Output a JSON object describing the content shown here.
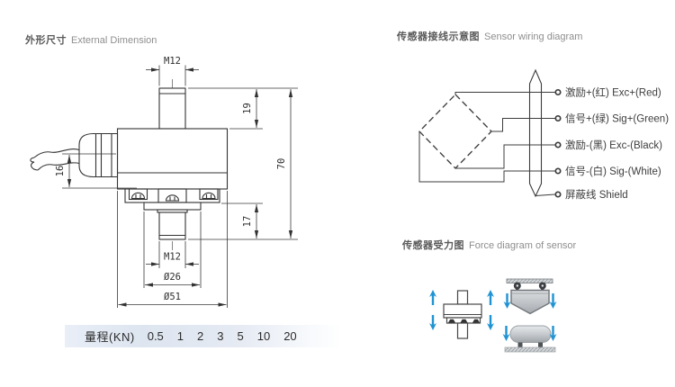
{
  "colors": {
    "line": "#333333",
    "accent_blue": "#2093d2",
    "title_zh": "#595959",
    "title_en": "#8e8e8e",
    "range_bg": "#dde5f0"
  },
  "external_dimension": {
    "title_zh": "外形尺寸",
    "title_en": "External Dimension",
    "dims": {
      "top_thread": "M12",
      "top_stud_length": "19",
      "total_height": "70",
      "cable_offset": "16",
      "bottom_stud_length": "17",
      "bottom_thread": "M12",
      "boss_diameter": "Ø26",
      "body_diameter": "Ø51"
    }
  },
  "wiring_diagram": {
    "title_zh": "传感器接线示意图",
    "title_en": "Sensor wiring diagram",
    "wires": [
      {
        "name": "exc-plus",
        "label": "激励+(红) Exc+(Red)"
      },
      {
        "name": "sig-plus",
        "label": "信号+(绿) Sig+(Green)"
      },
      {
        "name": "exc-minus",
        "label": "激励-(黑) Exc-(Black)"
      },
      {
        "name": "sig-minus",
        "label": "信号-(白) Sig-(White)"
      },
      {
        "name": "shield",
        "label": "屏蔽线 Shield"
      }
    ]
  },
  "force_diagram": {
    "title_zh": "传感器受力图",
    "title_en": "Force diagram of sensor"
  },
  "range": {
    "label": "量程(KN)",
    "values": [
      "0.5",
      "1",
      "2",
      "3",
      "5",
      "10",
      "20"
    ]
  }
}
